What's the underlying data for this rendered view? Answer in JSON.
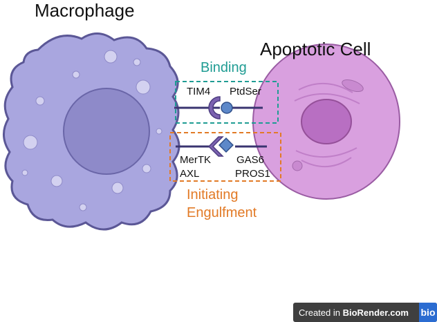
{
  "labels": {
    "macrophage": "Macrophage",
    "apoptotic_cell": "Apoptotic Cell",
    "binding": "Binding",
    "initiating": "Initiating",
    "engulfment": "Engulfment"
  },
  "molecules": {
    "tim4": "TIM4",
    "ptdser": "PtdSer",
    "mertk": "MerTK",
    "axl": "AXL",
    "gas6": "GAS6",
    "pros1": "PROS1"
  },
  "badge": {
    "prefix": "Created in ",
    "brand": "BioRender.com",
    "logo": "bio"
  },
  "colors": {
    "macrophage_fill": "#a9a6df",
    "macrophage_stroke": "#5b5796",
    "apoptotic_fill": "#d9a0df",
    "binding_box": "#1f9c93",
    "engulfment_box": "#e27a26"
  }
}
